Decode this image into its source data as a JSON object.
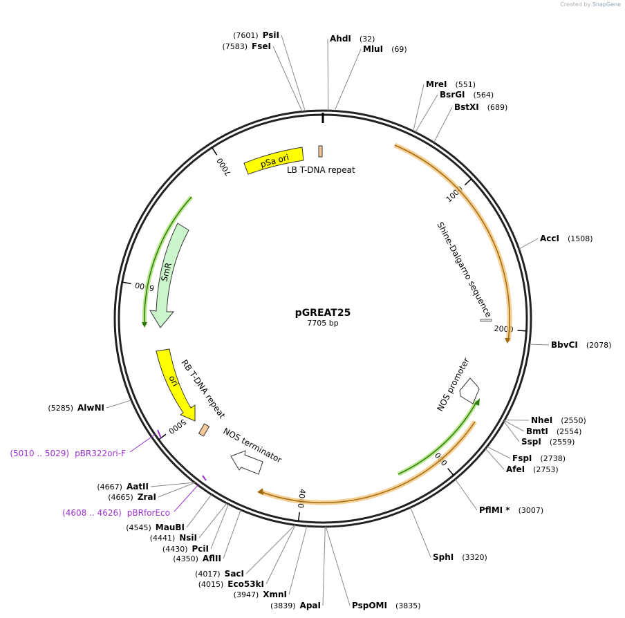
{
  "plasmid": {
    "name": "pGREAT25",
    "length_label": "7705 bp",
    "length": 7705
  },
  "credit": {
    "prefix": "Created by",
    "brand": "SnapGene"
  },
  "ticks": [
    {
      "pos": 1000,
      "label": "1000"
    },
    {
      "pos": 2000,
      "label": "2000"
    },
    {
      "pos": 3000,
      "label": "3000"
    },
    {
      "pos": 4000,
      "label": "4000"
    },
    {
      "pos": 5000,
      "label": "5000"
    },
    {
      "pos": 6000,
      "label": "6000"
    },
    {
      "pos": 7000,
      "label": "7000"
    }
  ],
  "sites": [
    {
      "name": "PsiI",
      "pos": "(7601)",
      "bp": 7601
    },
    {
      "name": "FseI",
      "pos": "(7583)",
      "bp": 7583
    },
    {
      "name": "AhdI",
      "pos": "(32)",
      "bp": 32
    },
    {
      "name": "MluI",
      "pos": "(69)",
      "bp": 69
    },
    {
      "name": "MreI",
      "pos": "(551)",
      "bp": 551
    },
    {
      "name": "BsrGI",
      "pos": "(564)",
      "bp": 564
    },
    {
      "name": "BstXI",
      "pos": "(689)",
      "bp": 689
    },
    {
      "name": "AccI",
      "pos": "(1508)",
      "bp": 1508
    },
    {
      "name": "BbvCI",
      "pos": "(2078)",
      "bp": 2078
    },
    {
      "name": "NheI",
      "pos": "(2550)",
      "bp": 2550
    },
    {
      "name": "BmtI",
      "pos": "(2554)",
      "bp": 2554
    },
    {
      "name": "SspI",
      "pos": "(2559)",
      "bp": 2559
    },
    {
      "name": "FspI",
      "pos": "(2738)",
      "bp": 2738
    },
    {
      "name": "AfeI",
      "pos": "(2753)",
      "bp": 2753
    },
    {
      "name": "PflMI *",
      "pos": "(3007)",
      "bp": 3007
    },
    {
      "name": "SphI",
      "pos": "(3320)",
      "bp": 3320
    },
    {
      "name": "PspOMI",
      "pos": "(3835)",
      "bp": 3835
    },
    {
      "name": "ApaI",
      "pos": "(3839)",
      "bp": 3839
    },
    {
      "name": "XmnI",
      "pos": "(3947)",
      "bp": 3947
    },
    {
      "name": "Eco53kI",
      "pos": "(4015)",
      "bp": 4015
    },
    {
      "name": "SacI",
      "pos": "(4017)",
      "bp": 4017
    },
    {
      "name": "AflII",
      "pos": "(4350)",
      "bp": 4350
    },
    {
      "name": "PciI",
      "pos": "(4430)",
      "bp": 4430
    },
    {
      "name": "NsiI",
      "pos": "(4441)",
      "bp": 4441
    },
    {
      "name": "MauBI",
      "pos": "(4545)",
      "bp": 4545
    },
    {
      "name": "ZraI",
      "pos": "(4665)",
      "bp": 4665
    },
    {
      "name": "AatII",
      "pos": "(4667)",
      "bp": 4667
    },
    {
      "name": "AlwNI",
      "pos": "(5285)",
      "bp": 5285
    }
  ],
  "primers": [
    {
      "name": "pBRforEco",
      "range": "(4608 .. 4626)",
      "bp": 4617
    },
    {
      "name": "pBR322ori-F",
      "range": "(5010 .. 5029)",
      "bp": 5020
    }
  ],
  "features": [
    {
      "label": "pSa ori"
    },
    {
      "label": "LB T-DNA repeat"
    },
    {
      "label": "Shine-Dalgarno sequence"
    },
    {
      "label": "NOS promoter"
    },
    {
      "label": "NOS terminator"
    },
    {
      "label": "RB T-DNA repeat"
    },
    {
      "label": "ori"
    },
    {
      "label": "SmR"
    }
  ],
  "colors": {
    "backbone": "#222222",
    "orf_orange": "#e6a23c",
    "orf_green": "#4a9a1a",
    "yellow_feature": "#ffff00",
    "smr_fill": "#ccf5cc",
    "repeat_fill": "#f5c89a",
    "primer": "#9b30d0"
  }
}
